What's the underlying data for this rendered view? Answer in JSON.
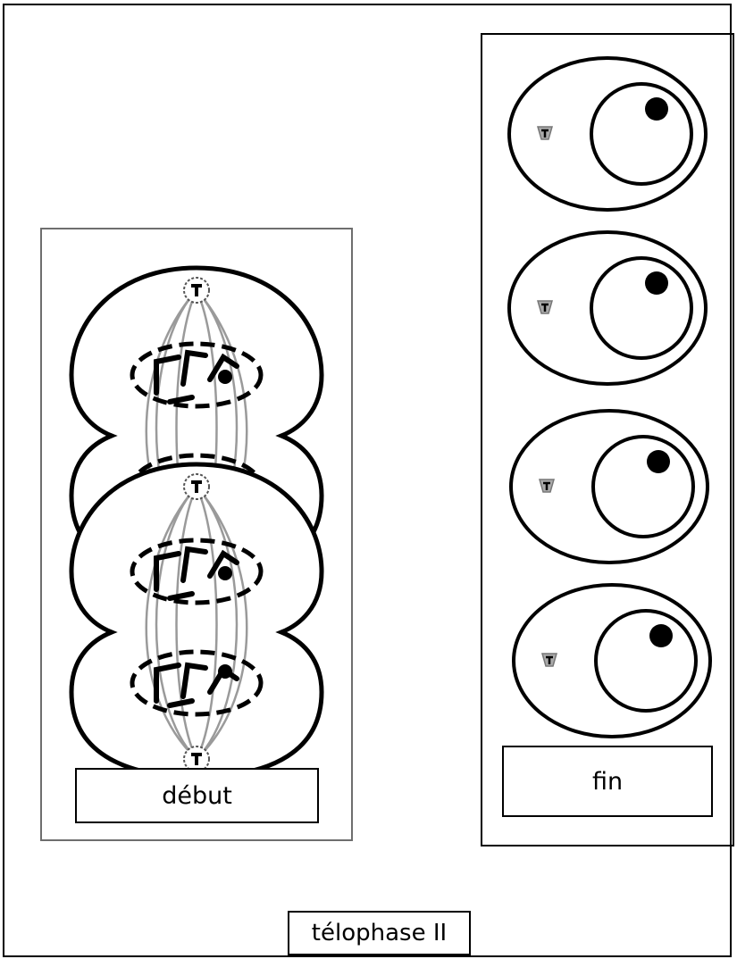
{
  "labels": {
    "start": "début",
    "end": "fin",
    "title": "télophase II"
  },
  "colors": {
    "stroke": "#000000",
    "panel_border": "#6e6e6e",
    "centrosome": "#888888",
    "spindle": "#9a9a9a"
  }
}
